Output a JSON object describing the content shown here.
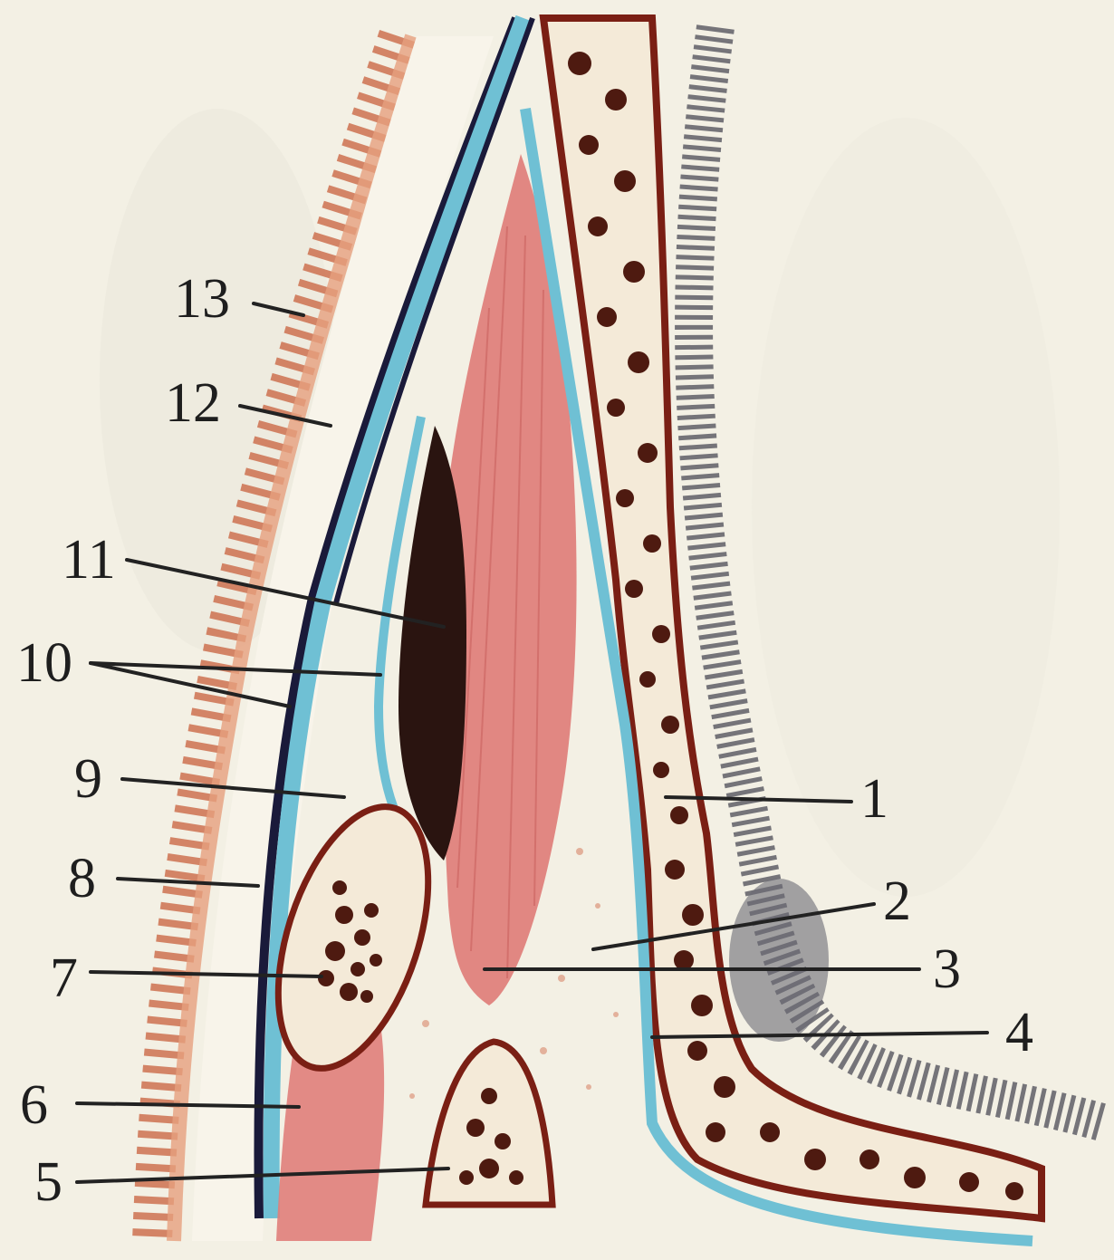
{
  "figure": {
    "labels": [
      {
        "id": "1",
        "text": "1"
      },
      {
        "id": "2",
        "text": "2"
      },
      {
        "id": "3",
        "text": "3"
      },
      {
        "id": "4",
        "text": "4"
      },
      {
        "id": "5",
        "text": "5"
      },
      {
        "id": "6",
        "text": "6"
      },
      {
        "id": "7",
        "text": "7"
      },
      {
        "id": "8",
        "text": "8"
      },
      {
        "id": "9",
        "text": "9"
      },
      {
        "id": "10",
        "text": "10"
      },
      {
        "id": "11",
        "text": "11"
      },
      {
        "id": "12",
        "text": "12"
      },
      {
        "id": "13",
        "text": "13"
      }
    ],
    "colors": {
      "background": "#f3f0e4",
      "muscle": "#e07e7a",
      "bone_outline": "#7a1f14",
      "bone_fill": "#f4ead8",
      "marrow": "#4e1a10",
      "fascia_blue": "#6fc0d4",
      "dark_line": "#1a1a3a",
      "fat_spot": "#d8876a",
      "tear_cavity": "#2a1410",
      "stippling": "#5e5e66",
      "skin": "#c8603c"
    }
  }
}
